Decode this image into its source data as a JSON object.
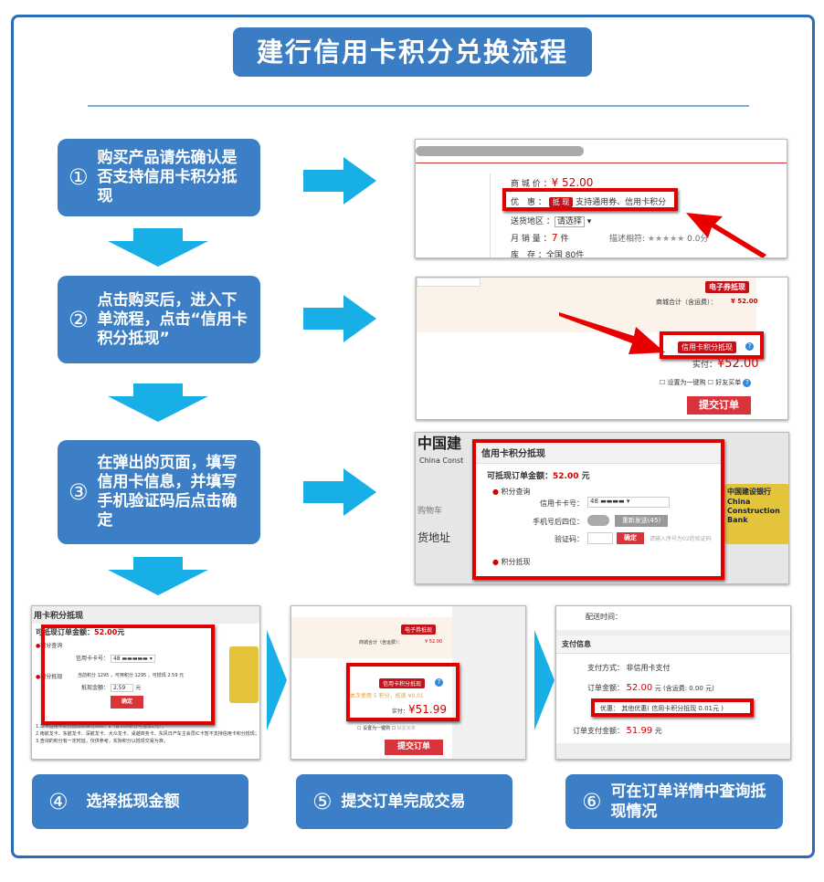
{
  "title": "建行信用卡积分兑换流程",
  "steps": [
    {
      "num": "①",
      "text": "购买产品请先确认是否支持信用卡积分抵现"
    },
    {
      "num": "②",
      "text": "点击购买后，进入下单流程，点击“信用卡积分抵现”"
    },
    {
      "num": "③",
      "text": "在弹出的页面，填写信用卡信息，并填写手机验证码后点击确定"
    },
    {
      "num": "④",
      "text": "选择抵现金额"
    },
    {
      "num": "⑤",
      "text": "提交订单完成交易"
    },
    {
      "num": "⑥",
      "text": "可在订单详情中查询抵现情况"
    }
  ],
  "shot1": {
    "price_label": "商 城 价 ：",
    "price": "¥ 52.00",
    "promo_label": "优　惠 ：",
    "promo_tag": "抵 现",
    "promo_text": "支持通用券、信用卡积分",
    "region_label": "送货地区 ：",
    "region_select": "请选择",
    "sales_label": "月 销 量 ：",
    "sales": "7",
    "sales_unit": "件",
    "rating_label": "描述相符:",
    "stars": "★★★★★",
    "rating": "0.0分",
    "stock_label": "库　存 ：",
    "stock": "全国 80件"
  },
  "shot2": {
    "ecoupon": "电子券抵现",
    "subtotal_label": "商城合计（含运费）：",
    "subtotal": "¥ 52.00",
    "credit_btn": "信用卡积分抵现",
    "paid_label": "实付：",
    "paid": "¥52.00",
    "oneclick": "设置为一键购",
    "friend": "好友买单",
    "submit": "提交订单"
  },
  "shot3": {
    "bank": "中国建",
    "bank_en": "China Const",
    "cart": "购物车",
    "addr": "货地址",
    "dialog_title": "信用卡积分抵现",
    "amount_label": "可抵现订单金额：",
    "amount": "52.00",
    "amount_unit": "元",
    "query": "积分查询",
    "card_label": "信用卡卡号：",
    "card_prefix": "48",
    "phone_label": "手机号后四位：",
    "resend": "重新发送(45)",
    "code_label": "验证码：",
    "confirm": "确定",
    "hint": "请输入序号为02的验证码",
    "redeem": "积分抵现",
    "bank_card": "中国建设银行",
    "bank_card_en": "China Construction Bank"
  },
  "shot4": {
    "title": "用卡积分抵现",
    "amount_label": "可抵现订单金额：",
    "amount": "52.00",
    "amount_unit": "元",
    "query": "积分查询",
    "card_label": "信用卡卡号：",
    "card_prefix": "48",
    "redeem": "积分抵现",
    "points_text": "当前积分 1295 ，可用积分 1295 ，可抵现 2.59 元",
    "offset_label": "抵现金额：",
    "offset_value": "2.59",
    "unit": "元",
    "confirm": "确定",
    "notes": [
      "1.本卡信用卡积分抵现标准为500：1（即500积分可抵现1元）；",
      "2.南航龙卡、东航龙卡、深航龙卡、大众龙卡、桌越商务卡、东风日产车主会员IC卡暂不支持信用卡积分抵现；",
      "3.查询的积分有一定时延，仅供参考，实际积分以抵现交易为准；"
    ]
  },
  "shot5": {
    "ecoupon": "电子券抵现",
    "subtotal_label": "商城合计（含运费）：",
    "subtotal": "¥ 52.00",
    "credit_btn": "信用卡积分抵现",
    "used": "本次使用 5 积分，抵现 ¥0.01",
    "paid_label": "实付：",
    "paid": "¥51.99",
    "oneclick": "设置为一键购",
    "friend": "好友买单",
    "submit": "提交订单"
  },
  "shot6": {
    "delivery_label": "配送时间：",
    "pay_info": "支付信息",
    "method_label": "支付方式：",
    "method": "非信用卡支付",
    "order_label": "订单金额：",
    "order": "52.00",
    "order_suffix": "元 (含运费: 0.00 元)",
    "discount_label": "优惠：",
    "discount": "其他优惠( 信用卡积分抵现 0.01元 )",
    "total_label": "订单支付金额：",
    "total": "51.99",
    "total_unit": "元"
  }
}
